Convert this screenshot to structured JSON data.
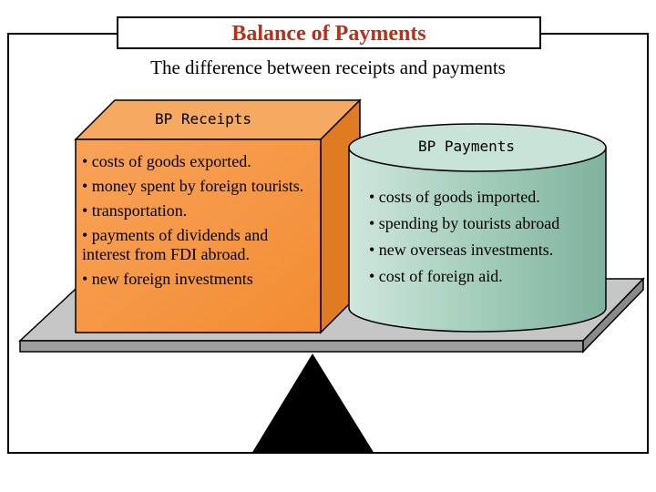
{
  "title": "Balance of Payments",
  "subtitle": "The difference between receipts and payments",
  "receipts": {
    "label": "BP Receipts",
    "items": [
      "• costs of goods exported.",
      "• money spent by foreign tourists.",
      "• transportation.",
      "• payments of dividends and interest from FDI abroad.",
      "• new foreign investments"
    ]
  },
  "payments": {
    "label": "BP Payments",
    "items": [
      "• costs of goods imported.",
      "• spending by tourists abroad",
      "• new overseas investments.",
      "• cost of foreign aid."
    ]
  },
  "colors": {
    "title": "#b5311b",
    "box_front": "#f79a46",
    "box_top": "#f6a55c",
    "box_side": "#de7a22",
    "cylinder": "#a8d0bf",
    "platform_top": "#c4c4c4",
    "platform_front": "#9e9e9e",
    "fulcrum": "#000000"
  }
}
